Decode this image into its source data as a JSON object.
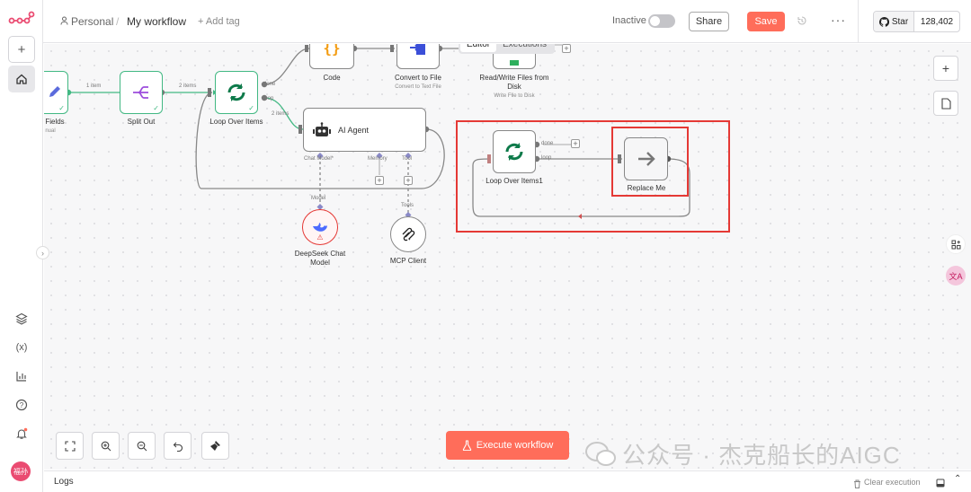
{
  "header": {
    "breadcrumb_owner": "Personal",
    "separator": "/",
    "workflow_name": "My workflow",
    "add_tag": "+ Add tag",
    "active_label": "Inactive",
    "share_label": "Share",
    "save_label": "Save",
    "github_star": "Star",
    "github_count": "128,402"
  },
  "tabs": {
    "editor": "Editor",
    "executions": "Executions"
  },
  "nodes": {
    "fields": "Fields",
    "fields_sub": "nual",
    "split_out": "Split Out",
    "loop1": "Loop Over Items",
    "code": "Code",
    "convert": "Convert to File",
    "convert_sub": "Convert to Text File",
    "readwrite": "Read/Write Files from Disk",
    "readwrite_sub": "Write File to Disk",
    "ai_agent": "AI Agent",
    "deepseek": "DeepSeek Chat Model",
    "mcp": "MCP Client",
    "loop2": "Loop Over Items1",
    "replace": "Replace Me"
  },
  "ports": {
    "done": "done",
    "loop": "loop",
    "chat_model": "Chat Model*",
    "memory": "Memory",
    "tool": "Tool",
    "model": "Model",
    "tools": "Tools"
  },
  "edges": {
    "e1": "1 item",
    "e2": "2 items",
    "e3": "2 items"
  },
  "footer": {
    "execute": "Execute workflow",
    "logs": "Logs",
    "clear_exec": "Clear execution",
    "watermark": "公众号 · 杰克船长的AIGC"
  },
  "avatar_text": "福孙",
  "colors": {
    "accent": "#ff6d5a",
    "success": "#42b883",
    "highlight": "#e53935"
  }
}
